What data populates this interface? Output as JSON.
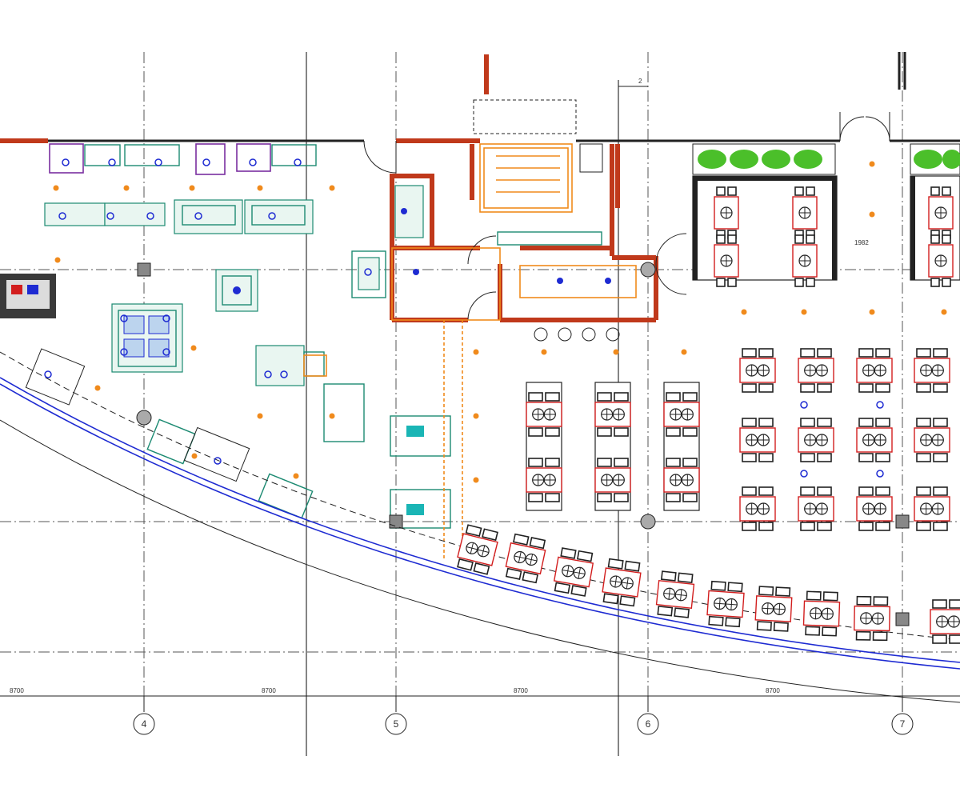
{
  "axis_labels": [
    "4",
    "5",
    "6",
    "7"
  ],
  "dimensions": [
    "8700",
    "8700",
    "8700",
    "8700"
  ],
  "section_marker": "2",
  "dimension_1982": "1982",
  "colors": {
    "wall": "#c0391b",
    "equipment": "#1c8a72",
    "light_fixture": "#f08a1c",
    "marker": "#1e2bd2",
    "table_marker": "#d21e1e",
    "purple_equipment": "#7a2ea0"
  }
}
